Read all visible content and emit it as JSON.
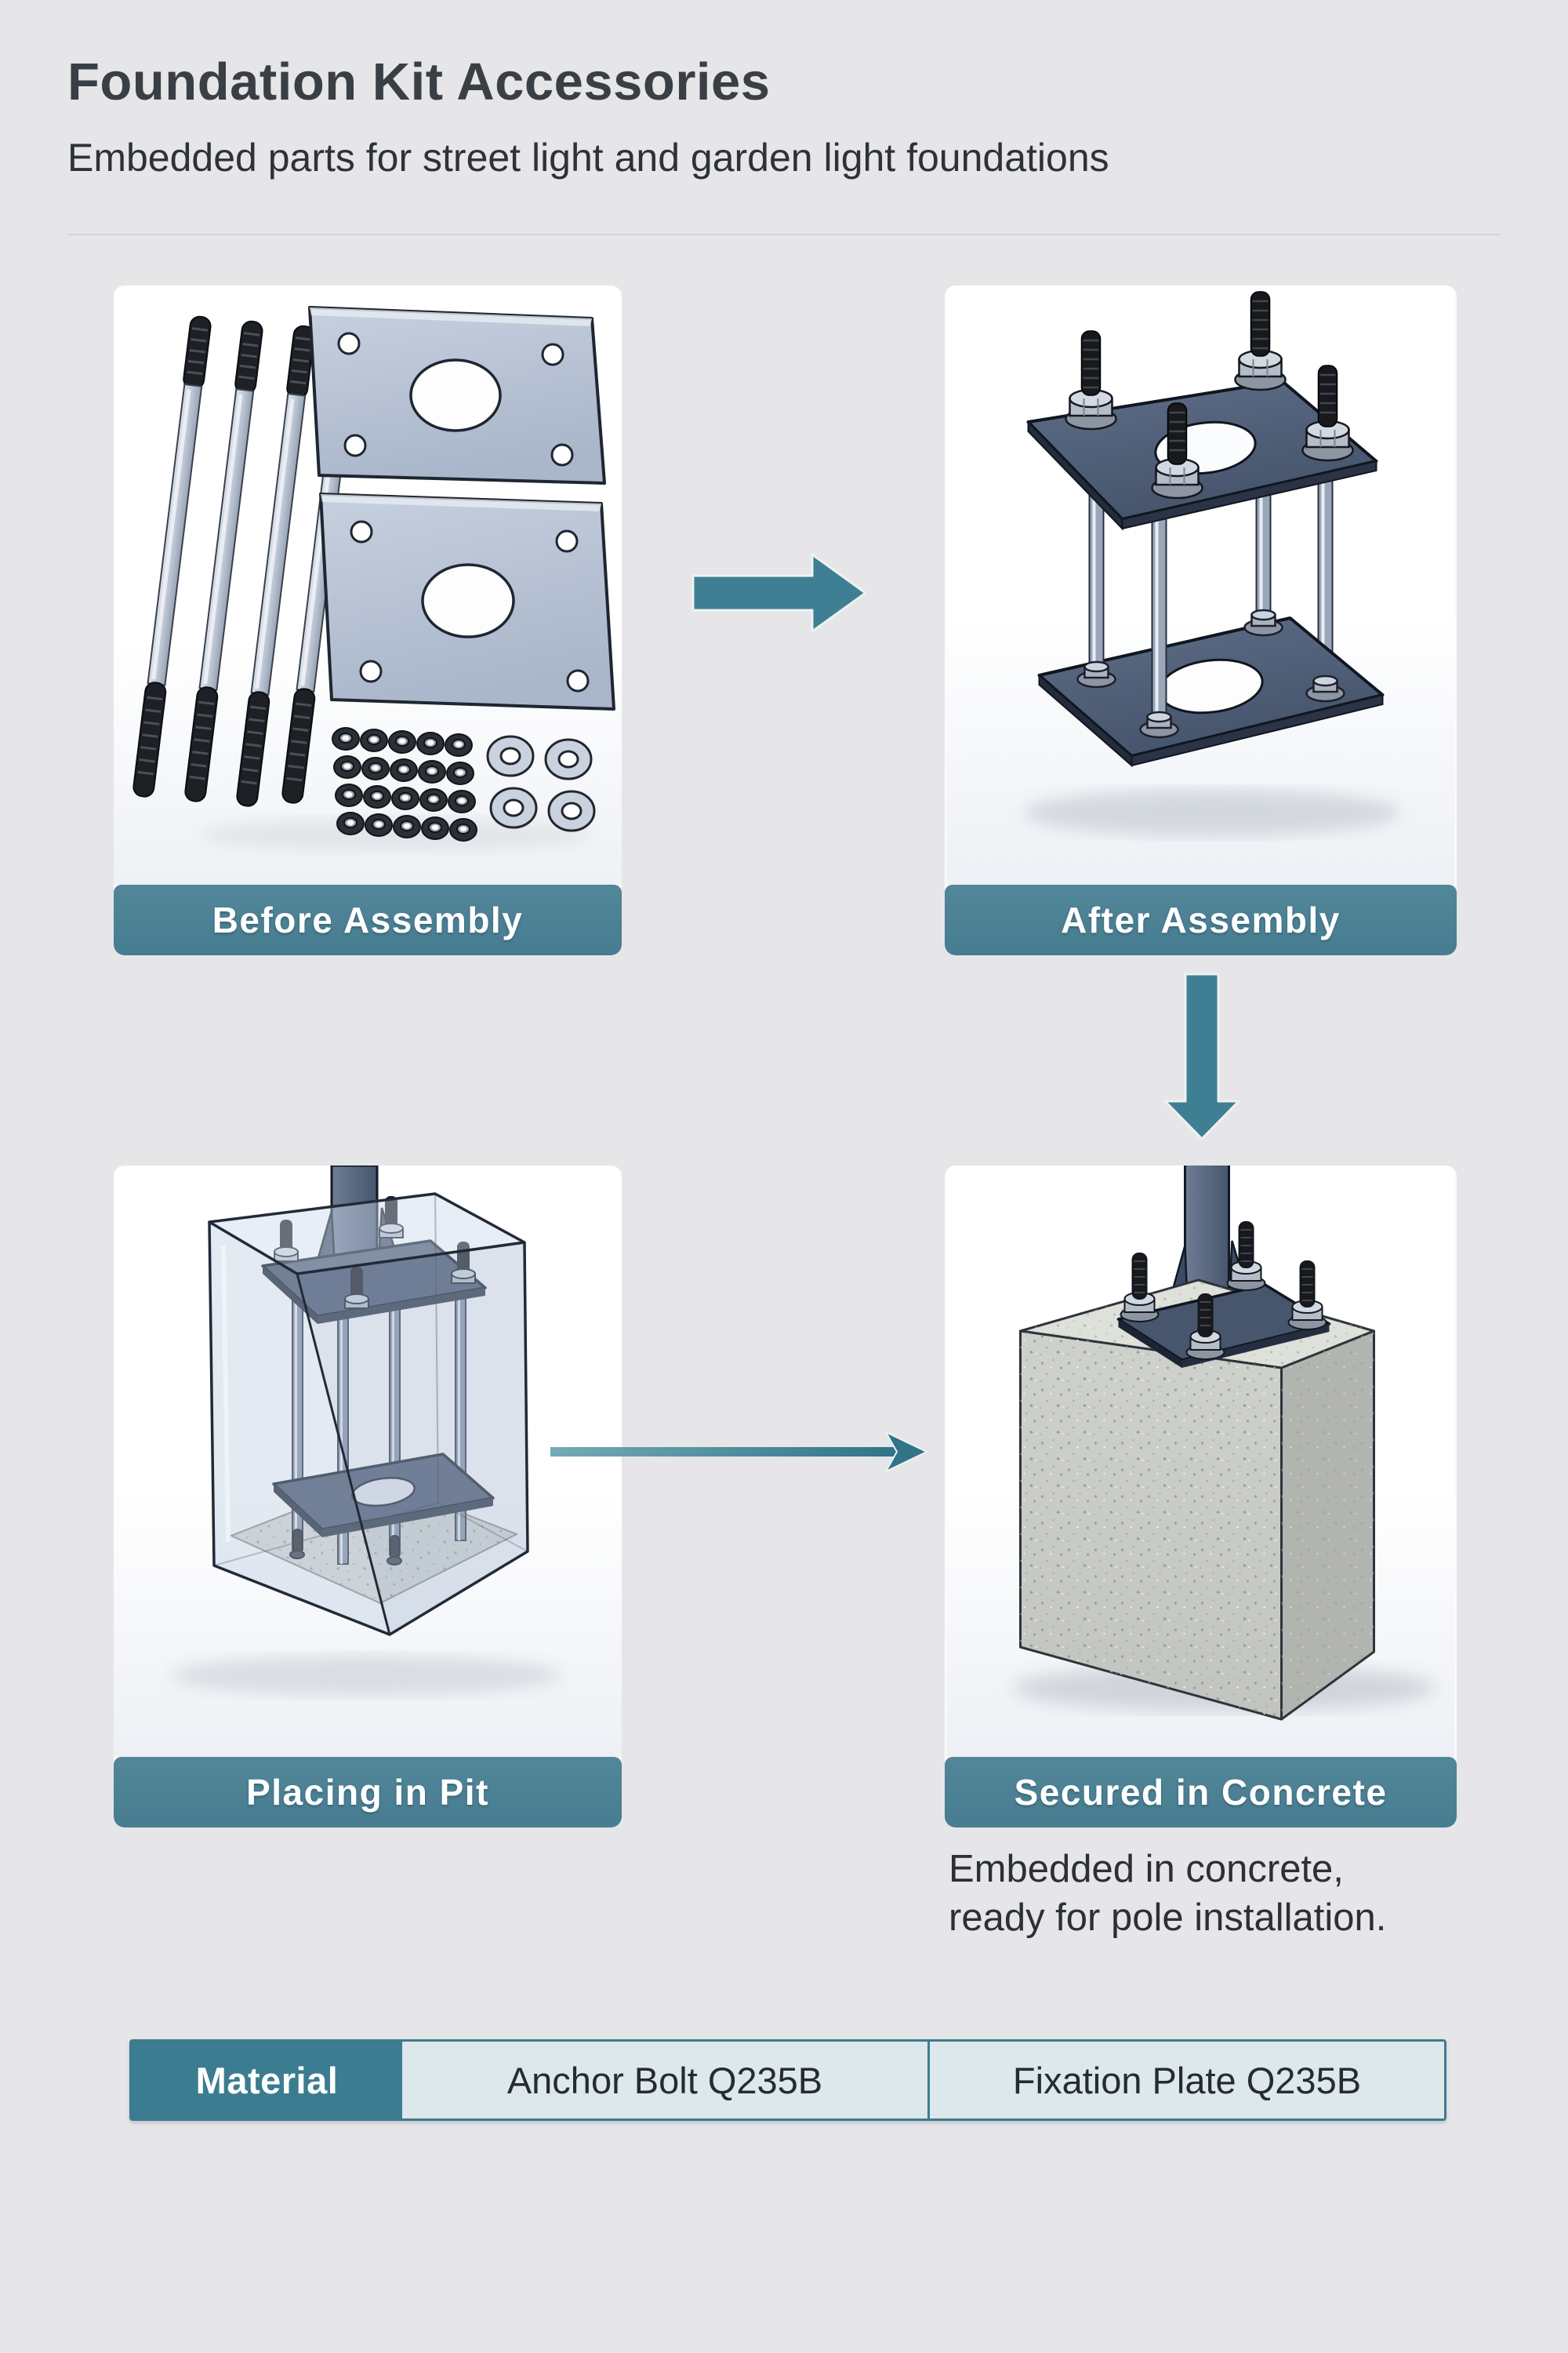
{
  "page": {
    "title": "Foundation Kit Accessories",
    "subtitle": "Embedded parts for street light and garden light foundations"
  },
  "panels": {
    "before": {
      "label": "Before Assembly",
      "illustration": "anchor-bolts-plates-nuts-washers"
    },
    "after": {
      "label": "After Assembly",
      "illustration": "assembled-anchor-bolt-cage"
    },
    "pit": {
      "label": "Placing in Pit",
      "illustration": "anchor-cage-in-transparent-pit"
    },
    "concrete": {
      "label": "Secured in Concrete",
      "illustration": "concrete-foundation-with-pole-base"
    }
  },
  "caption": {
    "line1": "Embedded in concrete,",
    "line2": "ready for pole installation."
  },
  "arrows": {
    "right": "before-to-after",
    "down": "after-to-next-step",
    "thin": "pit-to-concrete"
  },
  "table": {
    "header": "Material",
    "col1": "Anchor Bolt Q235B",
    "col2": "Fixation Plate Q235B"
  },
  "colors": {
    "background": "#e6e5e8",
    "panel_bg": "#fbfbfd",
    "label_bar": "#477d91",
    "accent_teal": "#3e7f93",
    "table_header_bg": "#3c7c90",
    "table_cell_bg": "#dde8eb",
    "title_text": "#3a3f46",
    "body_text": "#2b3036"
  }
}
